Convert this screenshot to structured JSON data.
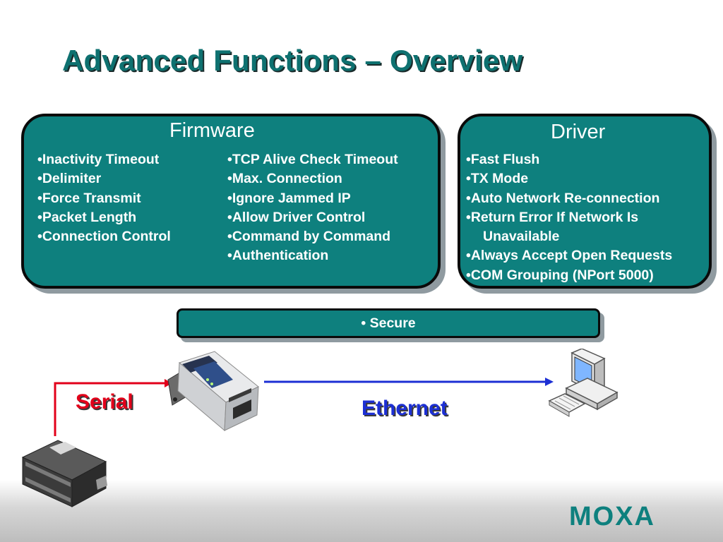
{
  "slide": {
    "title": "Advanced Functions – Overview"
  },
  "firmware": {
    "title": "Firmware",
    "left_items": [
      "Inactivity Timeout",
      "Delimiter",
      "Force Transmit",
      "Packet Length",
      "Connection Control"
    ],
    "right_items": [
      "TCP Alive Check Timeout",
      "Max. Connection",
      "Ignore Jammed IP",
      "Allow Driver Control",
      "Command by Command",
      "Authentication"
    ]
  },
  "driver": {
    "title": "Driver",
    "items": [
      "Fast Flush",
      "TX Mode",
      "Auto Network Re-connection",
      "Return Error If Network Is",
      "Unavailable",
      "Always Accept Open Requests",
      "COM Grouping (NPort 5000)"
    ]
  },
  "secure": {
    "label": "• Secure"
  },
  "connections": {
    "serial_label": "Serial",
    "ethernet_label": "Ethernet",
    "serial_color": "#e2001a",
    "ethernet_color": "#1c2fd4"
  },
  "brand": {
    "logo_text": "MOXA",
    "logo_color": "#0e807e"
  },
  "colors": {
    "title": "#0e7170",
    "panel": "#0e807e"
  }
}
